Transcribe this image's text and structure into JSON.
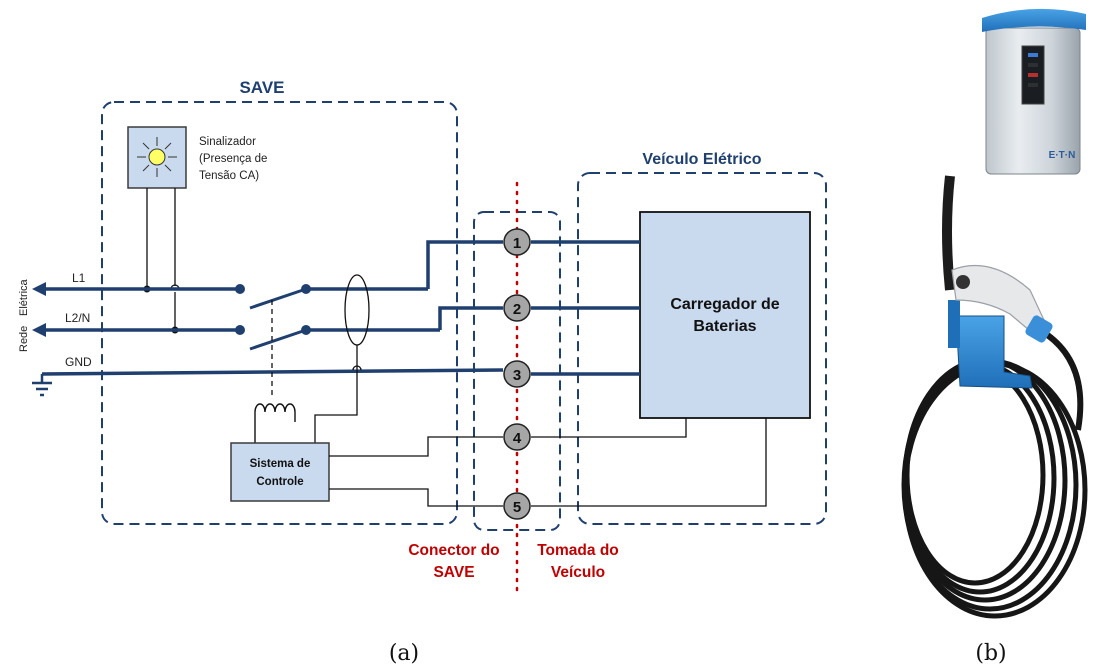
{
  "figure": {
    "caption_a": "(a)",
    "caption_b": "(b)"
  },
  "save_box": {
    "title": "SAVE"
  },
  "indicator": {
    "label_line1": "Sinalizador",
    "label_line2": "(Presença de",
    "label_line3": "Tensão CA)"
  },
  "grid": {
    "label_line1": "Rede",
    "label_line2": "Elétrica",
    "lines": [
      {
        "label": "L1"
      },
      {
        "label": "L2/N"
      },
      {
        "label": "GND"
      }
    ]
  },
  "control_system": {
    "label_line1": "Sistema de",
    "label_line2": "Controle"
  },
  "vehicle_box": {
    "title": "Veículo Elétrico"
  },
  "charger": {
    "label_line1": "Carregador de",
    "label_line2": "Baterias"
  },
  "pins": [
    {
      "number": "1"
    },
    {
      "number": "2"
    },
    {
      "number": "3"
    },
    {
      "number": "4"
    },
    {
      "number": "5"
    }
  ],
  "connector_labels": {
    "save_connector_line1": "Conector do",
    "save_connector_line2": "SAVE",
    "vehicle_socket_line1": "Tomada do",
    "vehicle_socket_line2": "Veículo"
  },
  "device_photo": {
    "brand": "E·T·N"
  },
  "colors": {
    "power_line": "#1f3f6e",
    "dashed_box": "#1f3f6e",
    "accent_red": "#c00000",
    "box_fill": "#c9d9ee",
    "pin_fill": "#a6a6a6",
    "lamp": "#ffff66"
  }
}
